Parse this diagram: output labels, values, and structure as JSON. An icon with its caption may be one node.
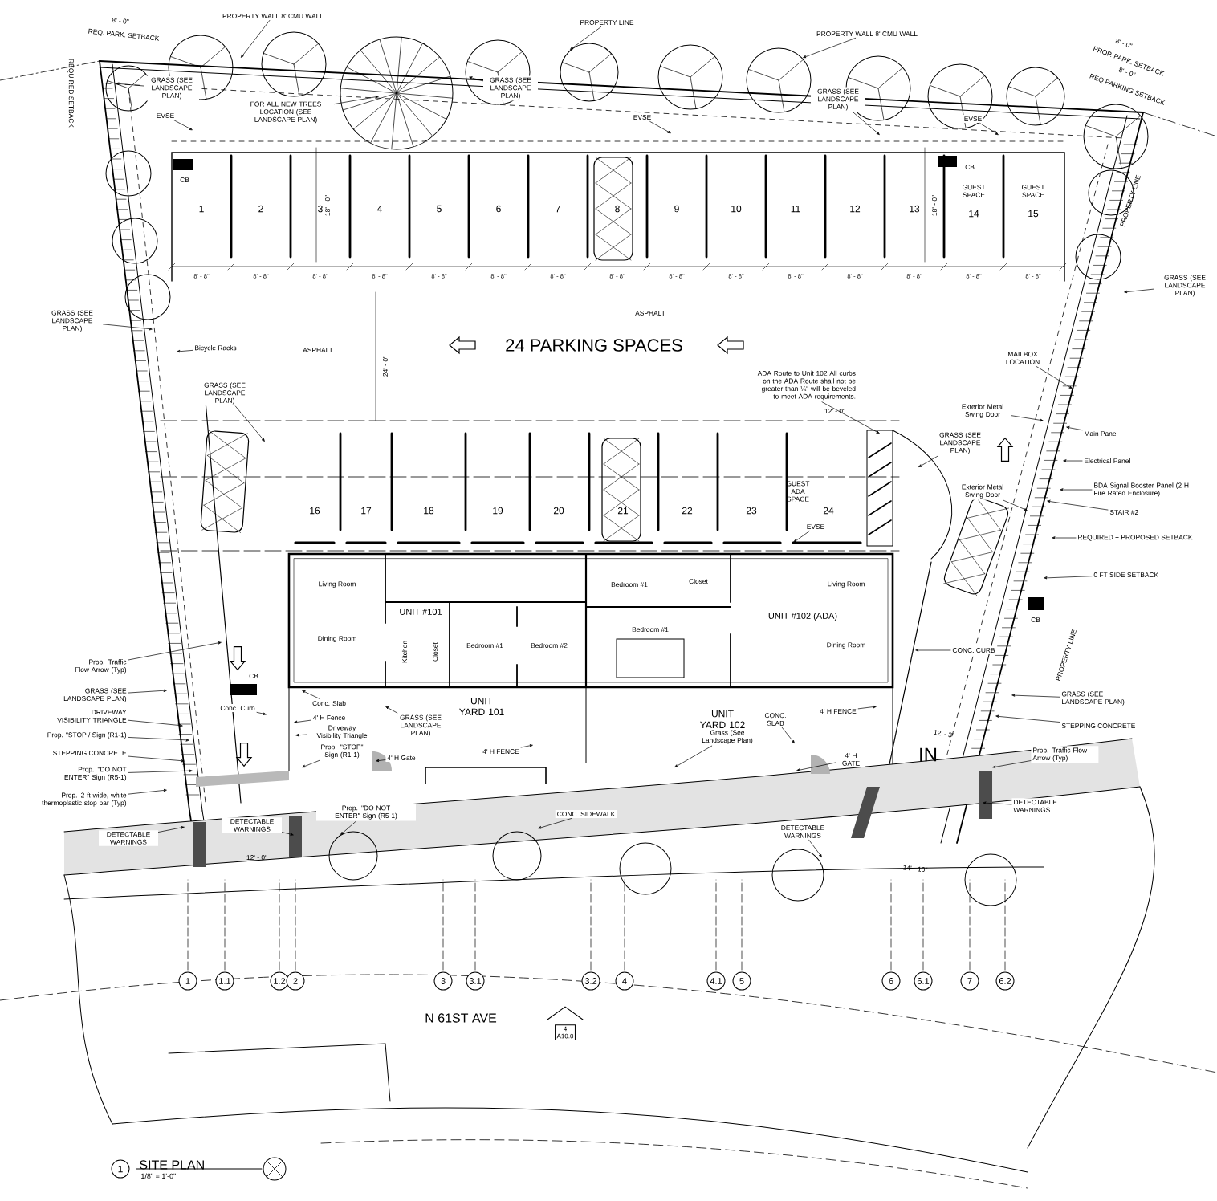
{
  "diagram": {
    "title": "SITE PLAN",
    "caption": "1/8\" = 1'-0\"",
    "nodes": [
      {
        "text": [
          "PROPERTY WALL 8' CMU WALL"
        ]
      },
      {
        "text": [
          "PROPERTY LINE"
        ]
      },
      {
        "text": [
          "PROPERTY WALL 8' CMU WALL"
        ]
      },
      {
        "text": [
          "GRASS (SEE LANDSCAPE PLAN)"
        ]
      },
      {
        "text": [
          "EVSE"
        ]
      },
      {
        "text": [
          "FOR ALL NEW TREES LOCATION (SEE LANDSCAPE PLAN)"
        ]
      },
      {
        "text": [
          "GRASS (SEE LANDSCAPE PLAN)"
        ]
      },
      {
        "text": [
          "EVSE"
        ]
      },
      {
        "text": [
          "GRASS (SEE LANDSCAPE PLAN)"
        ]
      },
      {
        "text": [
          "EVSE"
        ]
      },
      {
        "text": [
          "GRASS (SEE LANDSCAPE PLAN)"
        ]
      },
      {
        "text": [
          "MAILBOX LOCATION"
        ]
      },
      {
        "text": [
          "ADA Route to Unit 102 All curbs on the ADA Route shall not be greater than ¼\" will be beveled to meet ADA requirements."
        ]
      },
      {
        "text": [
          "GRASS (SEE LANDSCAPE PLAN)"
        ]
      },
      {
        "text": [
          "Exterior Metal Swing Door"
        ]
      },
      {
        "text": [
          "Main Panel"
        ]
      },
      {
        "text": [
          "Electrical Panel"
        ]
      },
      {
        "text": [
          "BDA Signal Booster Panel (2 H Fire Rated Enclosure)"
        ]
      },
      {
        "text": [
          "Exterior Metal Swing Door"
        ]
      },
      {
        "text": [
          "STAIR #2"
        ]
      },
      {
        "text": [
          "REQUIRED + PROPOSED SETBACK"
        ]
      },
      {
        "text": [
          "0 FT SIDE SETBACK"
        ]
      },
      {
        "text": [
          "CONC. CURB"
        ]
      },
      {
        "text": [
          "GRASS (SEE LANDSCAPE PLAN)"
        ]
      },
      {
        "text": [
          "STEPPING CONCRETE"
        ]
      },
      {
        "text": [
          "Prop. Traffic Flow Arrow (Typ)"
        ]
      },
      {
        "text": [
          "DETECTABLE WARNINGS"
        ]
      },
      {
        "text": [
          "4' H FENCE"
        ]
      },
      {
        "text": [
          "CONC. SLAB"
        ]
      },
      {
        "text": [
          "4' H GATE"
        ]
      },
      {
        "text": [
          "Grass (See Landscape Plan)"
        ]
      },
      {
        "text": [
          "DETECTABLE WARNINGS"
        ]
      },
      {
        "text": [
          "GRASS (SEE LANDSCAPE PLAN)"
        ]
      },
      {
        "text": [
          "Bicycle Racks"
        ]
      },
      {
        "text": [
          "GRASS (SEE LANDSCAPE PLAN)"
        ]
      },
      {
        "text": [
          "Prop. Traffic Flow Arrow (Typ)"
        ]
      },
      {
        "text": [
          "GRASS (SEE LANDSCAPE PLAN)"
        ]
      },
      {
        "text": [
          "DRIVEWAY VISIBILITY TRIANGLE"
        ]
      },
      {
        "text": [
          "Prop. \"STOP / Sign (R1-1)"
        ]
      },
      {
        "text": [
          "STEPPING CONCRETE"
        ]
      },
      {
        "text": [
          "Prop. \"DO NOT ENTER\" Sign (R5-1)"
        ]
      },
      {
        "text": [
          "Prop. 2 ft wide, white thermoplastic stop bar (Typ)"
        ]
      },
      {
        "text": [
          "DETECTABLE WARNINGS"
        ]
      },
      {
        "text": [
          "DETECTABLE WARNINGS"
        ]
      },
      {
        "text": [
          "Conc. Curb"
        ]
      },
      {
        "text": [
          "Conc. Slab"
        ]
      },
      {
        "text": [
          "4' H Fence"
        ]
      },
      {
        "text": [
          "Driveway Visibility Triangle"
        ]
      },
      {
        "text": [
          "Prop. \"STOP\" Sign (R1-1)"
        ]
      },
      {
        "text": [
          "4' H Gate"
        ]
      },
      {
        "text": [
          "GRASS (SEE LANDSCAPE PLAN)"
        ]
      },
      {
        "text": [
          "4' H FENCE"
        ]
      },
      {
        "text": [
          "Prop. \"DO NOT ENTER\" Sign (R5-1)"
        ]
      },
      {
        "text": [
          "CONC. SIDEWALK"
        ]
      },
      {
        "text": [
          "EVSE"
        ]
      },
      {
        "text": [
          "1"
        ]
      },
      {
        "text": [
          "1.1"
        ]
      },
      {
        "text": [
          "1.2"
        ]
      },
      {
        "text": [
          "2"
        ]
      },
      {
        "text": [
          "3"
        ]
      },
      {
        "text": [
          "3.1"
        ]
      },
      {
        "text": [
          "3.2"
        ]
      },
      {
        "text": [
          "4"
        ]
      },
      {
        "text": [
          "4.1"
        ]
      },
      {
        "text": [
          "5"
        ]
      },
      {
        "text": [
          "6"
        ]
      },
      {
        "text": [
          "6.1"
        ]
      },
      {
        "text": [
          "7"
        ]
      },
      {
        "text": [
          "6.2"
        ]
      },
      {
        "text": [
          "4",
          "A10.0"
        ]
      },
      {
        "text": [
          "1"
        ]
      }
    ],
    "edges": [
      {
        "from": 0,
        "to": null,
        "arrow": "to"
      },
      {
        "from": 1,
        "to": null,
        "arrow": "to"
      },
      {
        "from": 2,
        "to": null,
        "arrow": "to"
      },
      {
        "from": 3,
        "to": null,
        "arrow": "to"
      },
      {
        "from": 4,
        "to": null,
        "arrow": "to"
      },
      {
        "from": 5,
        "to": null,
        "arrow": "to"
      },
      {
        "from": 6,
        "to": null,
        "arrow": "to"
      },
      {
        "from": 7,
        "to": null,
        "arrow": "to"
      },
      {
        "from": 8,
        "to": null,
        "arrow": "to"
      },
      {
        "from": 9,
        "to": null,
        "arrow": "to"
      },
      {
        "from": 10,
        "to": null,
        "arrow": "to"
      },
      {
        "from": 11,
        "to": null,
        "arrow": "to"
      },
      {
        "from": 12,
        "to": null,
        "arrow": "to"
      },
      {
        "from": 13,
        "to": null,
        "arrow": "to"
      },
      {
        "from": 14,
        "to": null,
        "arrow": "to"
      },
      {
        "from": 15,
        "to": null,
        "arrow": "to"
      },
      {
        "from": 16,
        "to": null,
        "arrow": "to"
      },
      {
        "from": 17,
        "to": null,
        "arrow": "to"
      },
      {
        "from": 18,
        "to": null,
        "arrow": "to"
      },
      {
        "from": 19,
        "to": null,
        "arrow": "to"
      },
      {
        "from": 20,
        "to": null,
        "arrow": "to"
      },
      {
        "from": 21,
        "to": null,
        "arrow": "to"
      },
      {
        "from": 22,
        "to": null,
        "arrow": "to"
      },
      {
        "from": 23,
        "to": null,
        "arrow": "to"
      },
      {
        "from": 24,
        "to": null,
        "arrow": "to"
      },
      {
        "from": 25,
        "to": null,
        "arrow": "to"
      },
      {
        "from": 26,
        "to": null,
        "arrow": "to"
      },
      {
        "from": 27,
        "to": null,
        "arrow": "to"
      },
      {
        "from": 28,
        "to": null,
        "arrow": "to"
      },
      {
        "from": 29,
        "to": null,
        "arrow": "to"
      },
      {
        "from": 30,
        "to": null,
        "arrow": "to"
      },
      {
        "from": 31,
        "to": null,
        "arrow": "to"
      },
      {
        "from": 32,
        "to": null,
        "arrow": "to"
      },
      {
        "from": 33,
        "to": null,
        "arrow": "to"
      },
      {
        "from": 34,
        "to": null,
        "arrow": "to"
      },
      {
        "from": 35,
        "to": null,
        "arrow": "to"
      },
      {
        "from": 36,
        "to": null,
        "arrow": "to"
      },
      {
        "from": 37,
        "to": null,
        "arrow": "to"
      },
      {
        "from": 38,
        "to": null,
        "arrow": "to"
      },
      {
        "from": 39,
        "to": null,
        "arrow": "to"
      },
      {
        "from": 40,
        "to": null,
        "arrow": "to"
      },
      {
        "from": 41,
        "to": null,
        "arrow": "to"
      },
      {
        "from": 42,
        "to": null,
        "arrow": "to"
      },
      {
        "from": 43,
        "to": null,
        "arrow": "to"
      },
      {
        "from": 44,
        "to": null,
        "arrow": "to"
      },
      {
        "from": 45,
        "to": null,
        "arrow": "to"
      },
      {
        "from": 46,
        "to": null,
        "arrow": "to"
      },
      {
        "from": 47,
        "to": null,
        "arrow": "to"
      },
      {
        "from": 48,
        "to": null,
        "arrow": "to"
      },
      {
        "from": 49,
        "to": null,
        "arrow": "to"
      },
      {
        "from": 50,
        "to": null,
        "arrow": "to"
      },
      {
        "from": 51,
        "to": null,
        "arrow": "to"
      },
      {
        "from": 52,
        "to": null,
        "arrow": "to"
      },
      {
        "from": 53,
        "to": null,
        "arrow": "to"
      },
      {
        "from": 54,
        "to": null,
        "arrow": "to"
      }
    ],
    "labels": [
      "8' - 0\"",
      "REQ. PARK. SETBACK",
      "REQUIRED SETBACK",
      "8' - 0\"",
      "PROP. PARK. SETBACK",
      "8' - 0\"",
      "REQ PARKING SETBACK",
      "PROPERTY LINE",
      "CB",
      "1",
      "2",
      "3",
      "4",
      "5",
      "6",
      "7",
      "8",
      "9",
      "10",
      "11",
      "12",
      "13",
      "14",
      "15",
      "GUEST SPACE",
      "GUEST SPACE",
      "CB",
      "8' - 8\"",
      "8' - 8\"",
      "8' - 8\"",
      "8' - 8\"",
      "8' - 8\"",
      "8' - 8\"",
      "8' - 8\"",
      "8' - 8\"",
      "8' - 8\"",
      "8' - 8\"",
      "8' - 8\"",
      "8' - 8\"",
      "8' - 8\"",
      "8' - 8\"",
      "8' - 8\"",
      "18' - 0\"",
      "18' - 0\"",
      "ASPHALT",
      "24' - 0\"",
      "24 PARKING SPACES",
      "ASPHALT",
      "12' - 0\"",
      "16",
      "17",
      "18",
      "19",
      "20",
      "21",
      "22",
      "23",
      "24",
      "GUEST ADA SPACE",
      "Living Room",
      "UNIT #101",
      "Dining Room",
      "Kitchen",
      "Closet",
      "Bedroom #1",
      "Bedroom #2",
      "Bedroom #1",
      "Closet",
      "Living Room",
      "UNIT #102 (ADA)",
      "Bedroom #1",
      "Dining Room",
      "UNIT YARD 101",
      "UNIT YARD 102",
      "CB",
      "CB",
      "IN",
      "12' - 3\"",
      "12' - 0\"",
      "14' - 10\"",
      "N 61ST AVE",
      "PROPERTY LINE"
    ]
  }
}
